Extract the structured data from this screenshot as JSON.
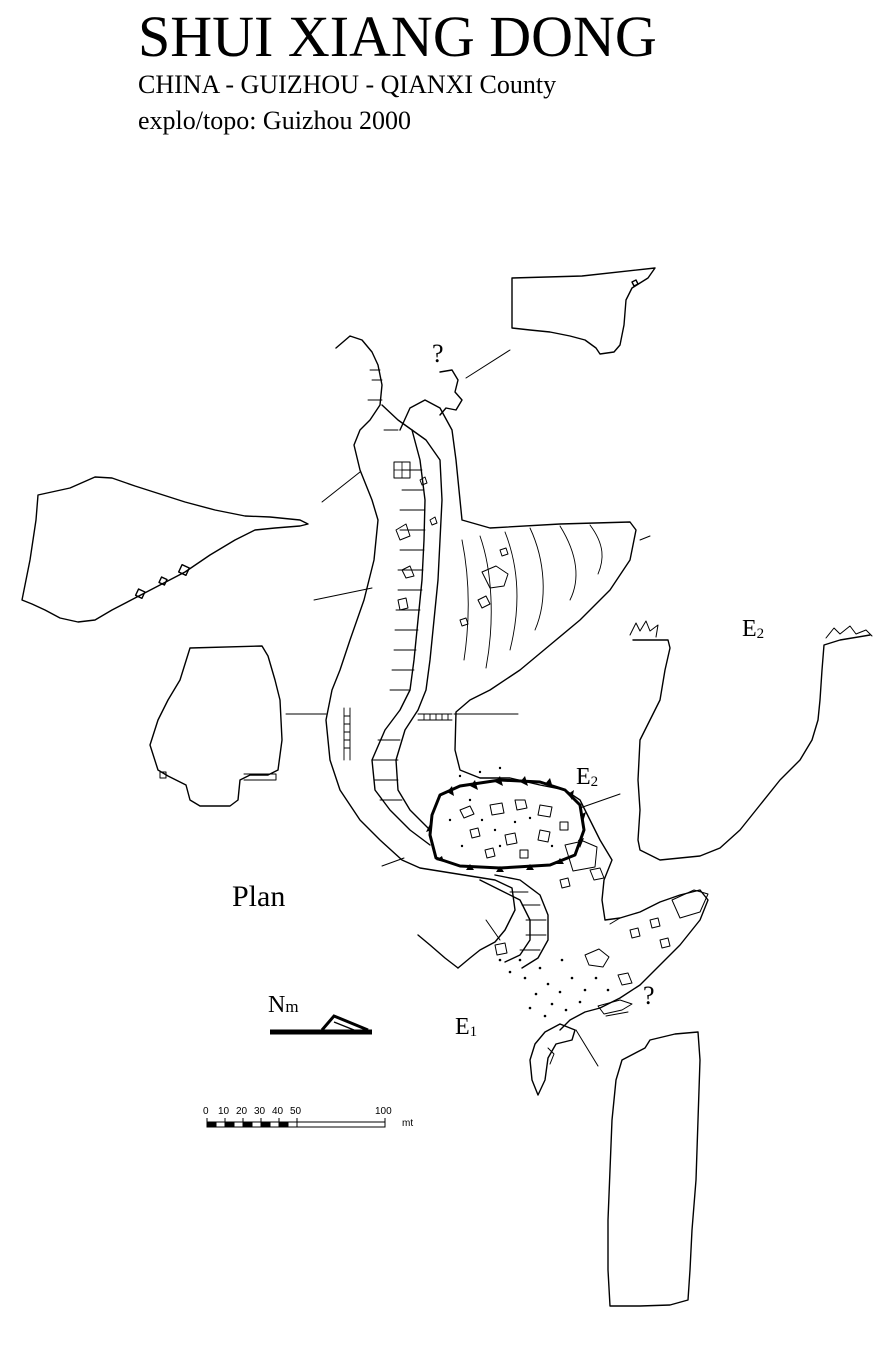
{
  "header": {
    "title": "SHUI XIANG DONG",
    "subtitle": "CHINA - GUIZHOU - QIANXI County",
    "credits": "explo/topo: Guizhou 2000"
  },
  "map": {
    "view_label": "Plan",
    "entrances": [
      {
        "letter": "E",
        "index": "2"
      },
      {
        "letter": "E",
        "index": "2"
      },
      {
        "letter": "E",
        "index": "1"
      }
    ],
    "unknown_marks": [
      "?",
      "?"
    ],
    "north": {
      "letter": "N",
      "suffix": "m"
    },
    "scale": {
      "ticks": [
        "0",
        "10",
        "20",
        "30",
        "40",
        "50",
        "100"
      ],
      "unit": "mt"
    }
  }
}
